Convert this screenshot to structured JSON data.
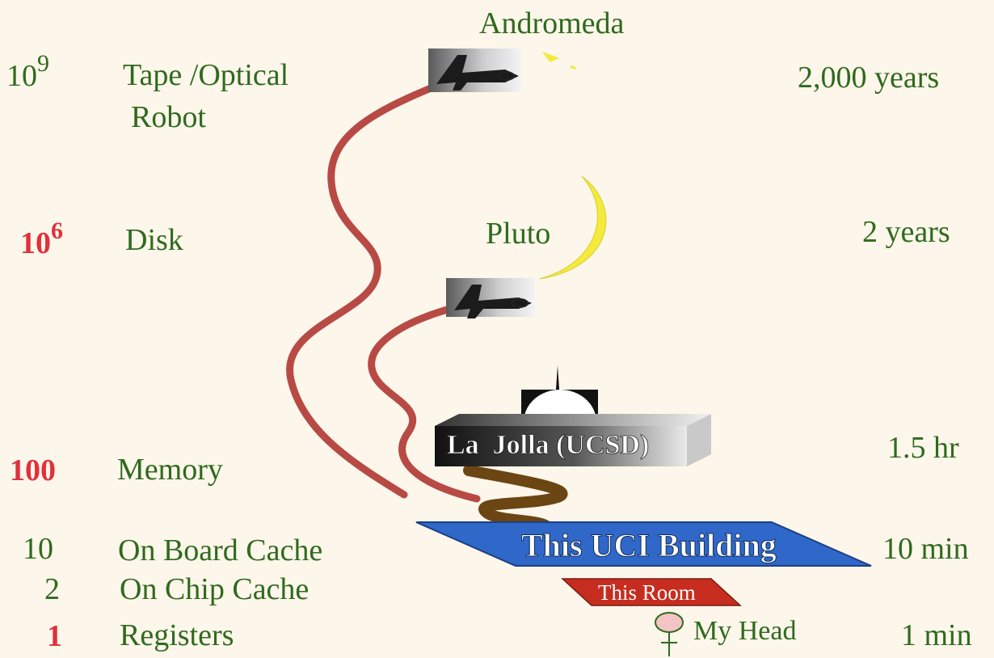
{
  "levels": [
    {
      "access": "10",
      "exp": "9",
      "name": "Tape /Optical",
      "name2": "Robot",
      "analogy": "2,000 years",
      "landmark": "Andromeda"
    },
    {
      "access": "10",
      "exp": "6",
      "name": "Disk",
      "analogy": "2 years",
      "landmark": "Pluto"
    },
    {
      "access": "100",
      "name": "Memory",
      "analogy": "1.5 hr",
      "landmark": "La  Jolla (UCSD)"
    },
    {
      "access": "10",
      "name": "On Board  Cache",
      "analogy": "10 min",
      "landmark": "This UCI Building"
    },
    {
      "access": "2",
      "name": "On Chip Cache",
      "landmark": "This Room"
    },
    {
      "access": "1",
      "name": "Registers",
      "analogy": "1 min",
      "landmark": "My Head"
    }
  ],
  "colors": {
    "background": "#fdf6ea",
    "text_green": "#2f6a1e",
    "text_red": "#e0313a",
    "path_red": "#b84a45",
    "path_brown": "#6b4512",
    "moon_yellow": "#f4ea3c",
    "building_blue": "#2f68c8",
    "room_red": "#c62d1f"
  },
  "icons": [
    "space-shuttle-icon",
    "crescent-moon-icon",
    "observatory-dome-icon",
    "stick-figure-icon"
  ]
}
